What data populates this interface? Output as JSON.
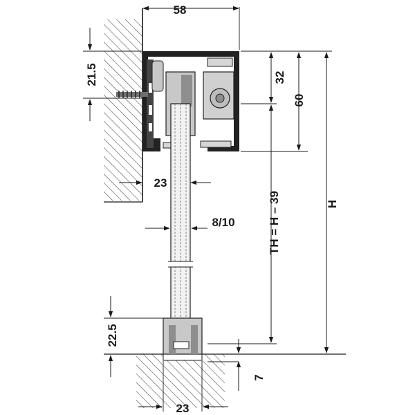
{
  "colors": {
    "ink": "#1a1a1a",
    "profile": "#222222",
    "steel": "#c8c8c8",
    "steel_dark": "#8e8e8e",
    "glass": "#f2f2f2"
  },
  "labels": {
    "top_width": "58",
    "wall_offset": "21.5",
    "top_height": "32",
    "profile_height": "60",
    "glass_offset": "23",
    "glass_thickness": "8/10",
    "track_height": "TH = H – 39",
    "total_height": "H",
    "floor_guide_height": "22.5",
    "floor_depth": "7",
    "floor_guide_width": "23"
  },
  "icons": {
    "wall": "wall-hatch-icon",
    "floor": "floor-hatch-icon",
    "screw": "screw-icon"
  }
}
